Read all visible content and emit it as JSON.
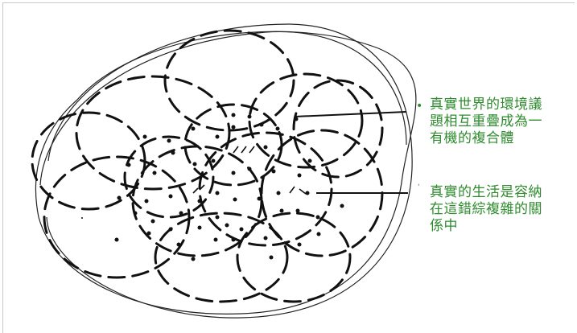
{
  "annotations": [
    {
      "id": "note-1",
      "text": "真實世界的環境議\n題相互重疊成為一\n有機的複合體"
    },
    {
      "id": "note-2",
      "text": "真實的生活是容納\n在這錯綜複雜的關\n係中"
    }
  ],
  "colors": {
    "annotation_text": "#2e8b2e",
    "sketch_ink": "#111111",
    "frame": "#c8c8c8"
  }
}
